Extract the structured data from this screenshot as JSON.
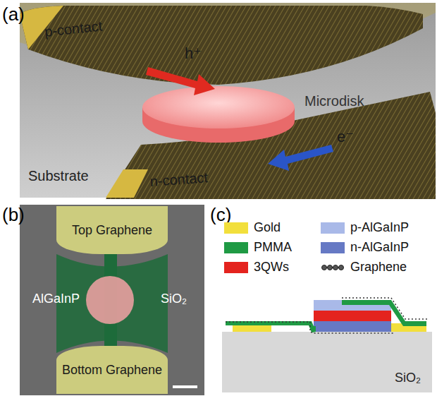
{
  "diagram": {
    "nodes": [
      {
        "text": [
          "Top Graphene"
        ]
      },
      {
        "text": [
          "Bottom Graphene"
        ]
      }
    ],
    "labels": [
      "(a)",
      "p-contact",
      "h⁺",
      "Microdisk",
      "e⁻",
      "n-contact",
      "Substrate",
      "(b)",
      "AlGaInP",
      "SiO₂",
      "(c)",
      "SiO₂"
    ],
    "legend": [
      {
        "text": "Gold",
        "color": "#f2df3c"
      },
      {
        "text": "PMMA",
        "color": "#1f9a44"
      },
      {
        "text": "3QWs",
        "color": "#e4231e"
      },
      {
        "text": "p-AlGaInP",
        "color": "#a9b9e8"
      },
      {
        "text": "n-AlGaInP",
        "color": "#6679c4"
      },
      {
        "text": "Graphene"
      }
    ]
  }
}
